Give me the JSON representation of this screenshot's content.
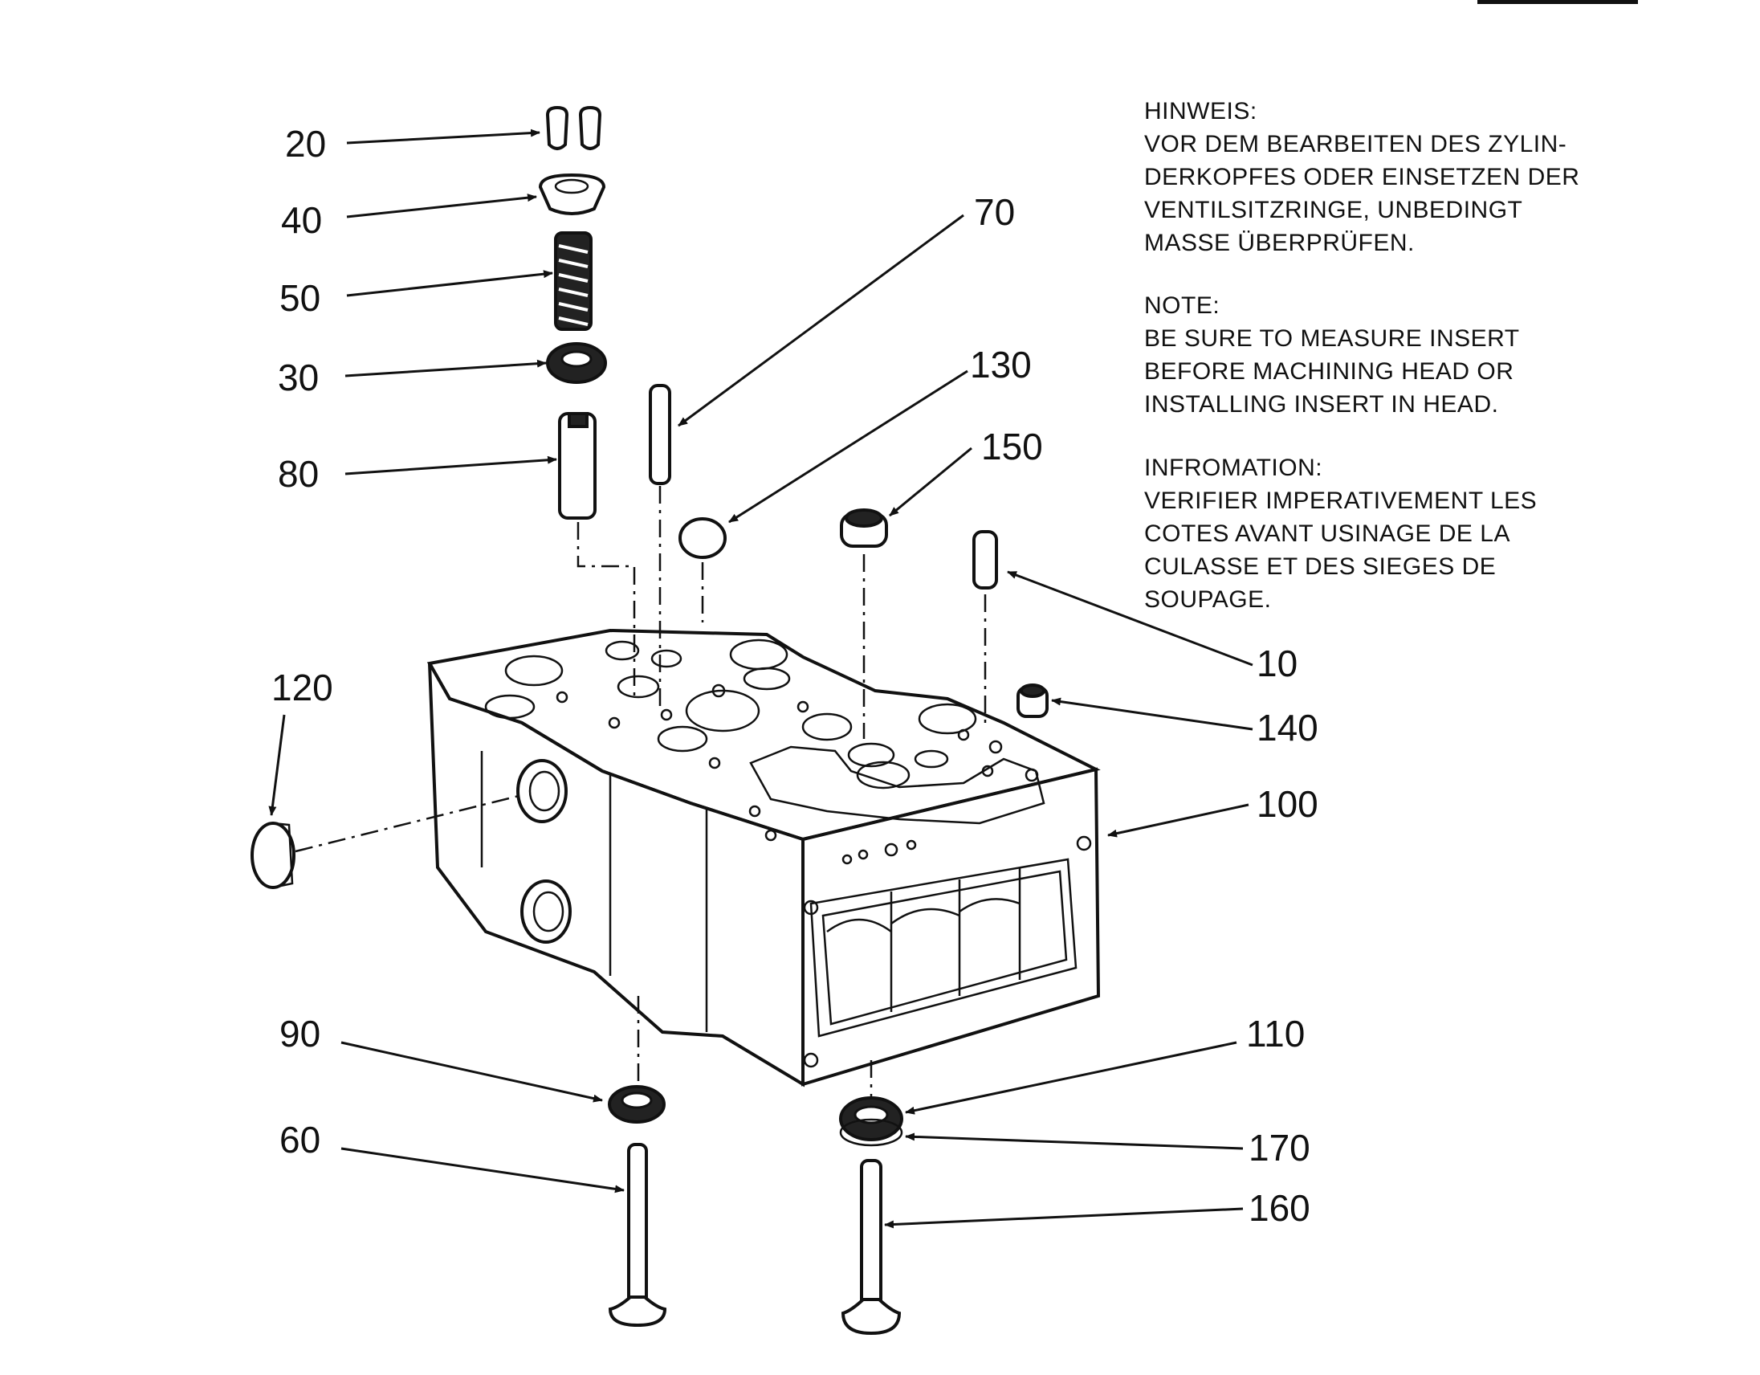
{
  "callouts": {
    "c10": "10",
    "c20": "20",
    "c30": "30",
    "c40": "40",
    "c50": "50",
    "c60": "60",
    "c70": "70",
    "c80": "80",
    "c90": "90",
    "c100": "100",
    "c110": "110",
    "c120": "120",
    "c130": "130",
    "c140": "140",
    "c150": "150",
    "c160": "160",
    "c170": "170"
  },
  "notes": {
    "de": {
      "title": "HINWEIS:",
      "lines": [
        "VOR DEM BEARBEITEN DES ZYLIN-",
        "DERKOPFES ODER EINSETZEN DER",
        "VENTILSITZRINGE, UNBEDINGT",
        "MASSE ÜBERPRÜFEN."
      ]
    },
    "en": {
      "title": "NOTE:",
      "lines": [
        "BE SURE TO MEASURE INSERT",
        "BEFORE MACHINING HEAD OR",
        "INSTALLING INSERT IN HEAD."
      ]
    },
    "fr": {
      "title": "INFROMATION:",
      "lines": [
        "VERIFIER IMPERATIVEMENT LES",
        "COTES AVANT USINAGE DE LA",
        "CULASSE ET DES SIEGES DE",
        "SOUPAGE."
      ]
    }
  }
}
